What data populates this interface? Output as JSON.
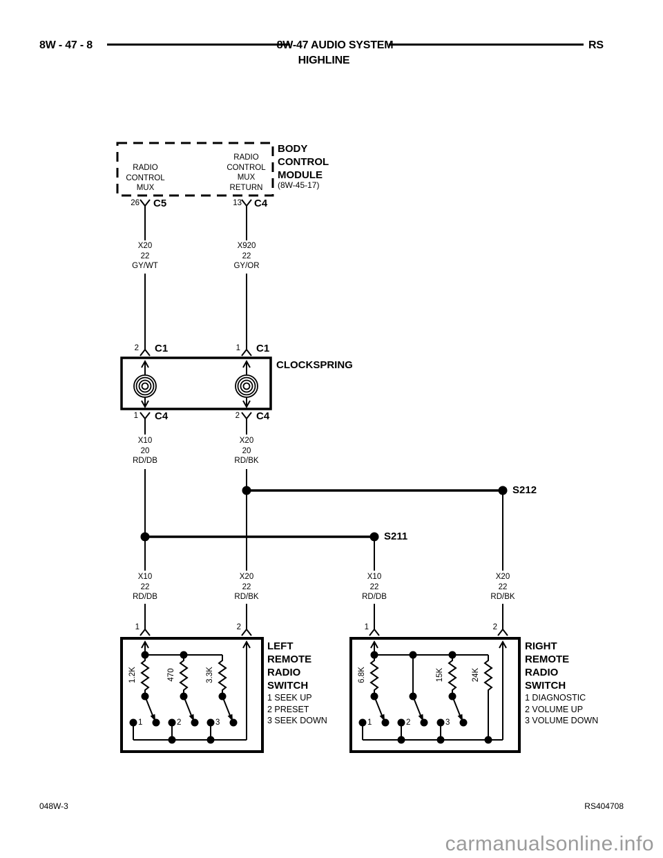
{
  "header": {
    "page_ref": "8W - 47 - 8",
    "title": "8W-47 AUDIO SYSTEM",
    "subtitle": "HIGHLINE",
    "section": "RS"
  },
  "bcm": {
    "title_lines": [
      "BODY",
      "CONTROL",
      "MODULE"
    ],
    "ref": "(8W-45-17)",
    "circuits": [
      {
        "lines": [
          "RADIO",
          "CONTROL",
          "MUX"
        ]
      },
      {
        "lines": [
          "RADIO",
          "CONTROL",
          "MUX",
          "RETURN"
        ]
      }
    ],
    "connectors": [
      {
        "pin": "26",
        "name": "C5"
      },
      {
        "pin": "13",
        "name": "C4"
      }
    ]
  },
  "clockspring": {
    "title": "CLOCKSPRING",
    "top_connectors": [
      {
        "pin": "2",
        "name": "C1"
      },
      {
        "pin": "1",
        "name": "C1"
      }
    ],
    "bottom_connectors": [
      {
        "pin": "1",
        "name": "C4"
      },
      {
        "pin": "2",
        "name": "C4"
      }
    ]
  },
  "splices": [
    {
      "name": "S212"
    },
    {
      "name": "S211"
    }
  ],
  "wire_labels": [
    {
      "code": "X20",
      "gauge": "22",
      "color": "GY/WT"
    },
    {
      "code": "X920",
      "gauge": "22",
      "color": "GY/OR"
    },
    {
      "code": "X10",
      "gauge": "20",
      "color": "RD/DB"
    },
    {
      "code": "X20",
      "gauge": "20",
      "color": "RD/BK"
    },
    {
      "code": "X10",
      "gauge": "22",
      "color": "RD/DB"
    },
    {
      "code": "X20",
      "gauge": "22",
      "color": "RD/BK"
    },
    {
      "code": "X10",
      "gauge": "22",
      "color": "RD/DB"
    },
    {
      "code": "X20",
      "gauge": "22",
      "color": "RD/BK"
    }
  ],
  "left_switch": {
    "title_lines": [
      "LEFT",
      "REMOTE",
      "RADIO",
      "SWITCH"
    ],
    "functions": [
      "1 SEEK UP",
      "2 PRESET",
      "3 SEEK DOWN"
    ],
    "pins": [
      "1",
      "2"
    ],
    "resistors": [
      "1.2K",
      "470",
      "3.3K"
    ],
    "contacts": [
      "1",
      "2",
      "3"
    ]
  },
  "right_switch": {
    "title_lines": [
      "RIGHT",
      "REMOTE",
      "RADIO",
      "SWITCH"
    ],
    "functions": [
      "1 DIAGNOSTIC",
      "2 VOLUME UP",
      "3 VOLUME DOWN"
    ],
    "pins": [
      "1",
      "2"
    ],
    "resistors": [
      "6.8K",
      "15K",
      "24K"
    ],
    "contacts": [
      "1",
      "2",
      "3"
    ]
  },
  "footer": {
    "left": "048W-3",
    "right": "RS404708"
  },
  "watermark": "carmanualsonline.info",
  "colors": {
    "ink": "#000000",
    "watermark": "#9b9b9b",
    "background": "#ffffff"
  }
}
